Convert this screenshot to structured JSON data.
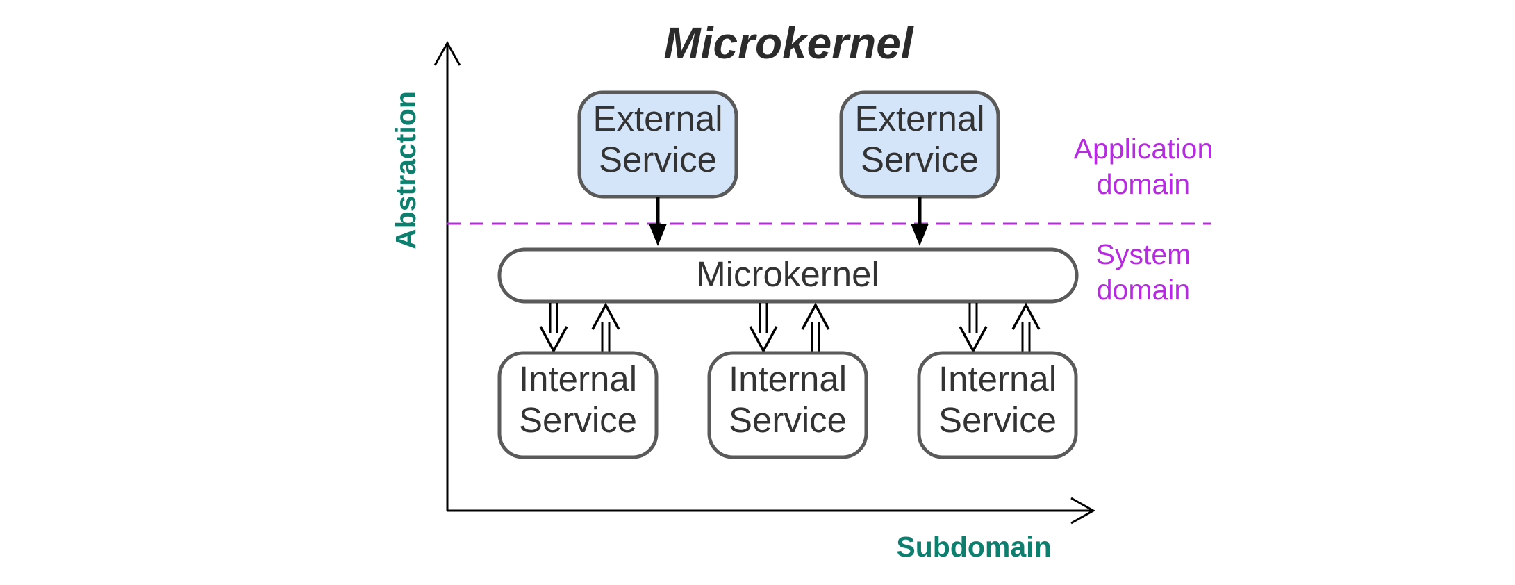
{
  "title": "Microkernel",
  "axes": {
    "y_label": "Abstraction",
    "x_label": "Subdomain"
  },
  "domains": {
    "application": [
      "Application",
      "domain"
    ],
    "system": [
      "System",
      "domain"
    ]
  },
  "external_services": [
    {
      "line1": "External",
      "line2": "Service"
    },
    {
      "line1": "External",
      "line2": "Service"
    }
  ],
  "microkernel_box": {
    "label": "Microkernel"
  },
  "internal_services": [
    {
      "line1": "Internal",
      "line2": "Service"
    },
    {
      "line1": "Internal",
      "line2": "Service"
    },
    {
      "line1": "Internal",
      "line2": "Service"
    }
  ],
  "colors": {
    "axis_label": "#0e7f6f",
    "domain_label": "#b62be0",
    "external_fill": "#d4e5fa",
    "box_stroke": "#5a5a5a",
    "text": "#333333"
  }
}
